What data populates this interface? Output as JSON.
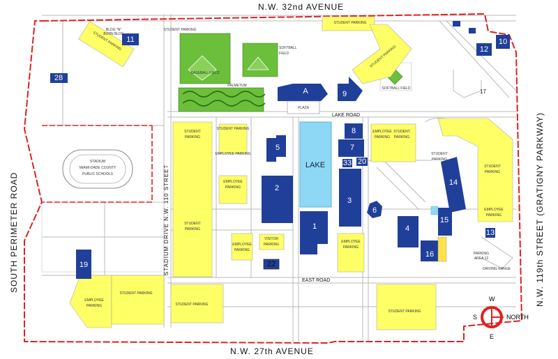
{
  "roads": {
    "north": "N.W. 32nd AVENUE",
    "south": "N.W. 27th AVENUE",
    "west": "SOUTH PERIMETER ROAD",
    "east": "N.W. 119th STREET (GRATIGNY PARKWAY)",
    "stadium_drive": "STADIUM DRIVE N.W. 110 STREET",
    "lake_road": "LAKE ROAD",
    "east_road": "EAST ROAD"
  },
  "features": {
    "lake": "LAKE",
    "plaza": "PLAZA",
    "stadium": "STADIUM\nMIAMI-DADE COUNTY\nPUBLIC SCHOOLS",
    "baseball": "BASEBALL FIELD",
    "softball_top": "SOFTBALL\nFIELD",
    "softball_right": "SOFTBALL FIELD",
    "palmetum": "PALMETUM",
    "bldg_n": "BLDG \"N\"\nBURN BLDG",
    "driving_range": "DRIVING RANGE"
  },
  "buildings": [
    "1",
    "2",
    "3",
    "4",
    "5",
    "6",
    "7",
    "8",
    "9",
    "10",
    "11",
    "12",
    "13",
    "14",
    "15",
    "16",
    "17",
    "19",
    "20",
    "22",
    "28",
    "33",
    "A"
  ],
  "parking": {
    "student": "STUDENT PARKING",
    "student_parking_stacked": "STUDENT\nPARKING",
    "employee": "EMPLOYEE PARKING",
    "employee_stacked": "EMPLOYEE\nPARKING",
    "visitor": "VISITOR\nPARKING",
    "parking_area_12": "PARKING\nAREA 12"
  },
  "compass": {
    "w": "W",
    "s": "S",
    "e": "E",
    "north": "NORTH"
  },
  "colors": {
    "building": "#1f3f99",
    "parking": "#ffff66",
    "lake": "#8fd8f5",
    "boundary": "#e02020",
    "green": "#6bbf3a"
  }
}
